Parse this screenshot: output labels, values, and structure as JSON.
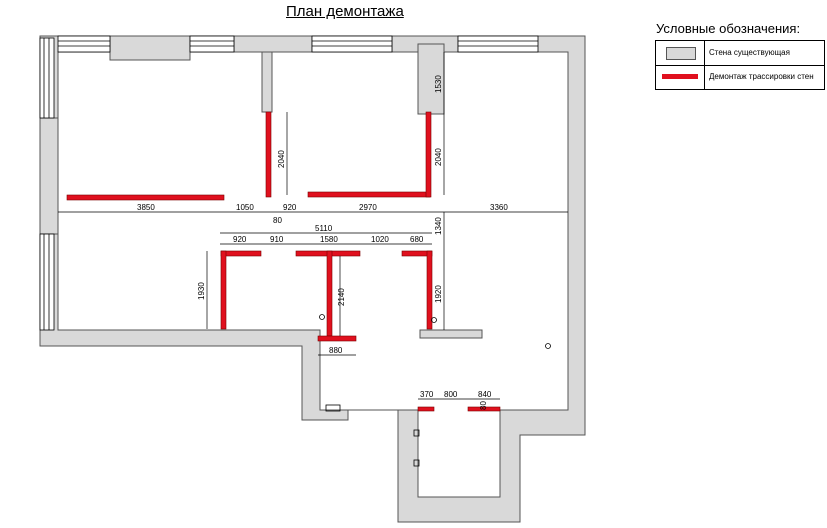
{
  "title": "План демонтажа",
  "legend": {
    "title": "Условные обозначения:",
    "items": [
      {
        "label": "Стена существующая",
        "color": "#d9d9d9"
      },
      {
        "label": "Демонтаж трассировки стен",
        "color": "#e0101e"
      }
    ]
  },
  "dimensions": {
    "d3850": "3850",
    "d1050": "1050",
    "d920a": "920",
    "d2970": "2970",
    "d3360": "3360",
    "d80a": "80",
    "d5110": "5110",
    "d920b": "920",
    "d910": "910",
    "d1580": "1580",
    "d1020": "1020",
    "d680": "680",
    "d1930": "1930",
    "d2040a": "2040",
    "d2040b": "2040",
    "d1530": "1530",
    "d1340": "1340",
    "d1920": "1920",
    "d2140": "2140",
    "d880": "880",
    "d370": "370",
    "d800": "800",
    "d840": "840",
    "d80b": "80"
  },
  "colors": {
    "wall": "#d9d9d9",
    "demolition": "#e0101e",
    "line": "#000000"
  }
}
